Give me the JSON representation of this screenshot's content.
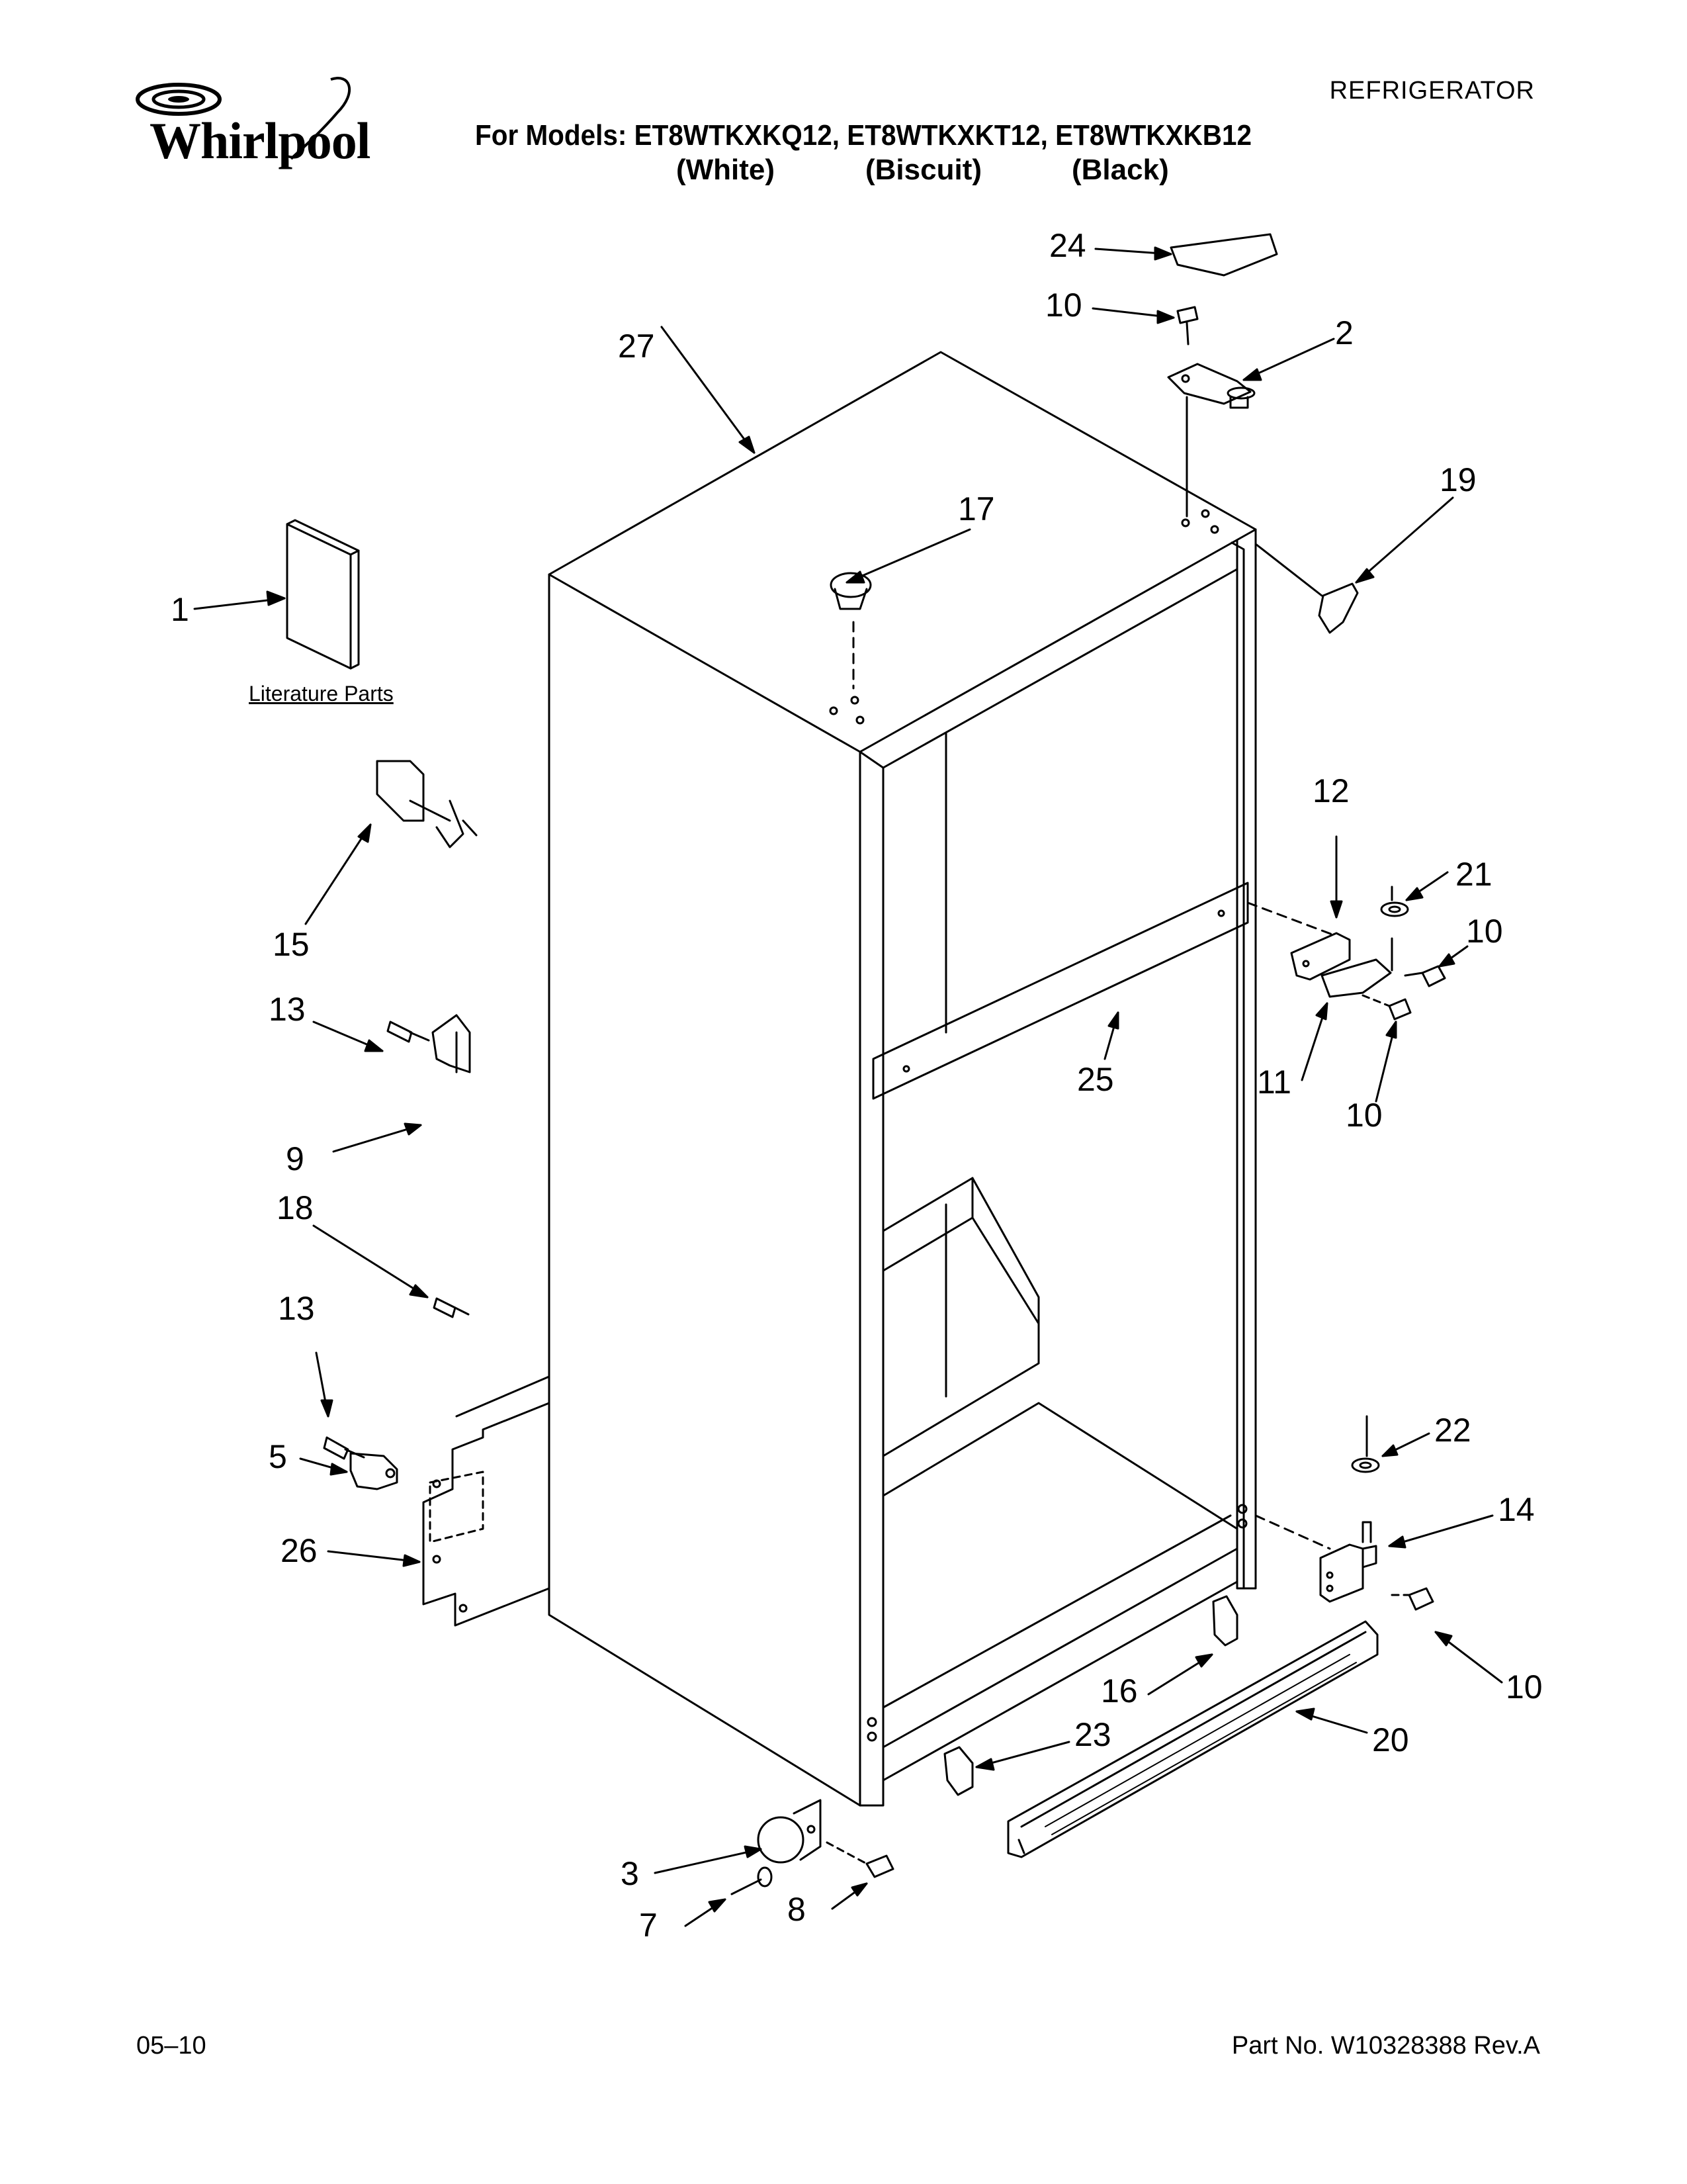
{
  "header": {
    "brand": "Whirlpool",
    "category": "REFRIGERATOR",
    "models_line": "For Models: ET8WTKXKQ12, ET8WTKXKT12, ET8WTKXKB12",
    "model_colors": [
      "(White)",
      "(Biscuit)",
      "(Black)"
    ]
  },
  "labels": {
    "literature": "Literature Parts"
  },
  "callouts": {
    "c1": "1",
    "c2": "2",
    "c3": "3",
    "c5": "5",
    "c7": "7",
    "c8": "8",
    "c9": "9",
    "c10a": "10",
    "c10b": "10",
    "c10c": "10",
    "c10d": "10",
    "c11": "11",
    "c12": "12",
    "c13a": "13",
    "c13b": "13",
    "c14": "14",
    "c15": "15",
    "c16": "16",
    "c17": "17",
    "c18": "18",
    "c19": "19",
    "c20": "20",
    "c21": "21",
    "c22": "22",
    "c23": "23",
    "c24": "24",
    "c25": "25",
    "c26": "26",
    "c27": "27"
  },
  "footer": {
    "date": "05–10",
    "part_number": "Part No. W10328388 Rev.A"
  }
}
